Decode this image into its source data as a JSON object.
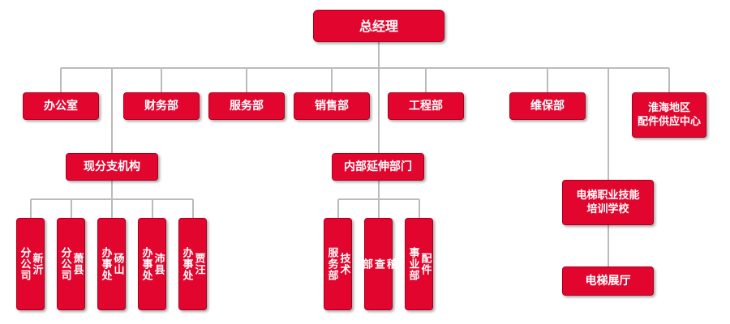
{
  "colors": {
    "node": "#e2062f",
    "node_border": "#a8001c",
    "connector": "#bbbbbb"
  },
  "nodes": {
    "root": "总经理",
    "office": "办公室",
    "finance": "财务部",
    "service": "服务部",
    "sales": "销售部",
    "engineering": "工程部",
    "maintenance": "维保部",
    "huaihai": "淮海地区\n配件供应中心",
    "branches": "现分支机构",
    "extension": "内部延伸部门",
    "school": "电梯职业技能\n培训学校",
    "xinyi": "新沂\n分公司",
    "xiaoxian": "萧县\n分公司",
    "dangshan": "砀山\n办事处",
    "peixian": "沛县\n办事处",
    "jiawang": "贾汪\n办事处",
    "tech_service": "技术\n服务部",
    "audit": "稽\n查\n部",
    "parts": "配件\n事业部",
    "showroom": "电梯展厅"
  }
}
